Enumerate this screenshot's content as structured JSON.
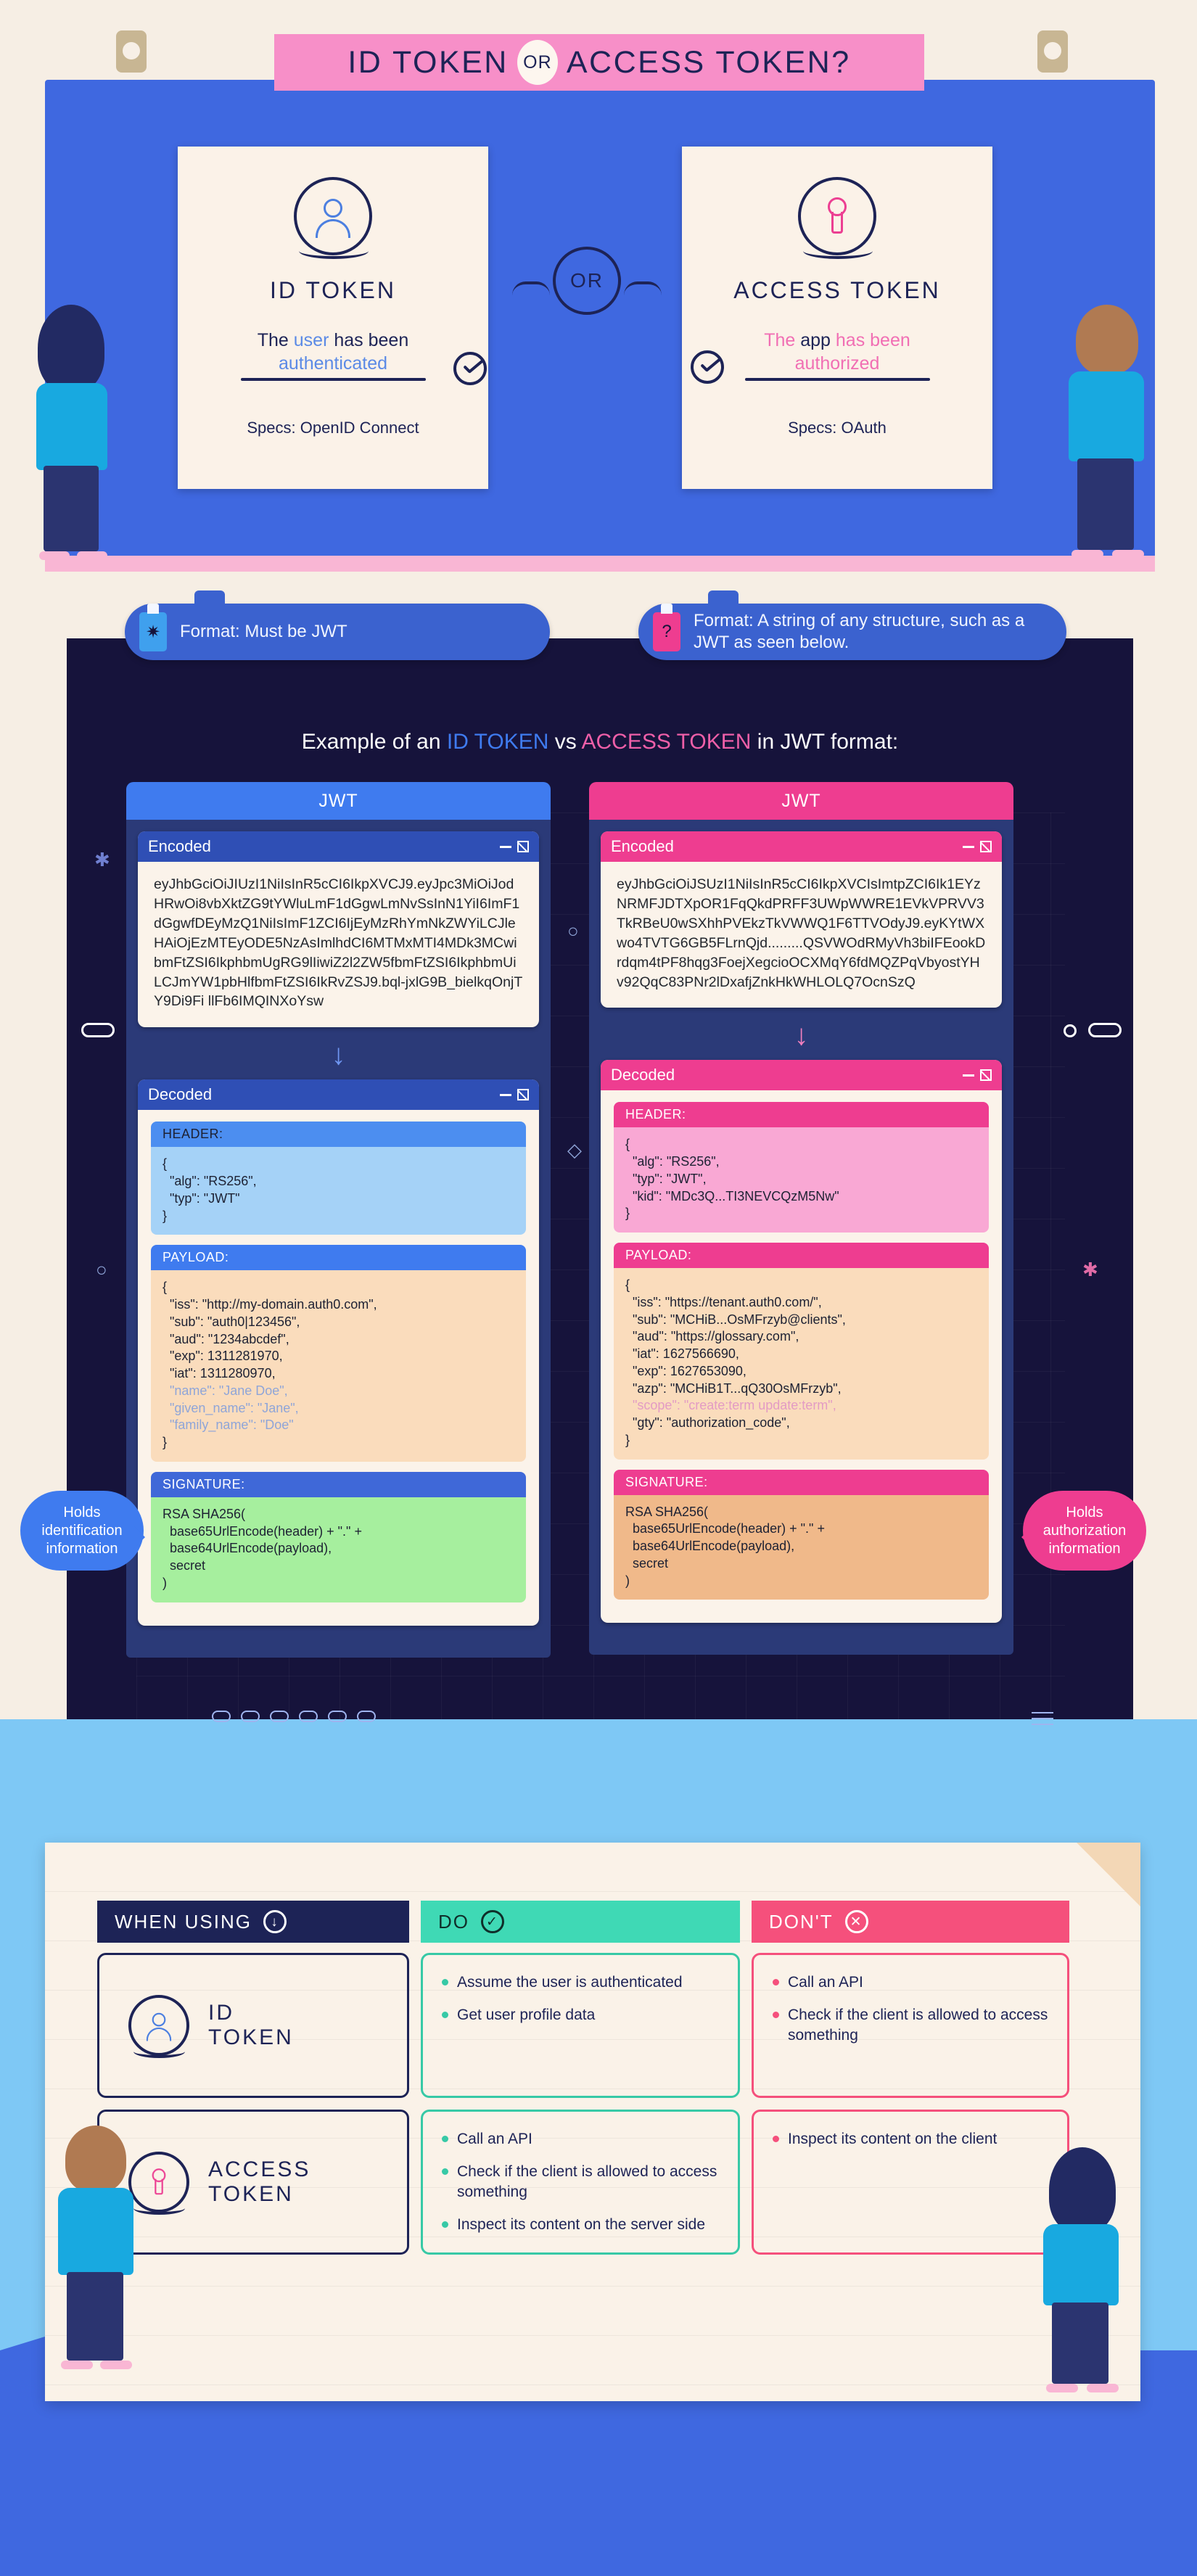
{
  "header": {
    "title_left": "ID TOKEN",
    "title_or": "OR",
    "title_right": "ACCESS TOKEN?"
  },
  "cards": {
    "or_label": "OR",
    "id_token": {
      "icon": "person-icon",
      "name": "ID TOKEN",
      "claim_part1": "The ",
      "claim_part2": "user",
      "claim_part3": " has been",
      "claim_part4": "authenticated",
      "specs": "Specs: OpenID Connect"
    },
    "access_token": {
      "icon": "keyhole-icon",
      "name": "ACCESS TOKEN",
      "claim_part1": "The ",
      "claim_part2": "app",
      "claim_part3": " has been",
      "claim_part4": "authorized",
      "specs": "Specs: OAuth"
    }
  },
  "format_bubbles": {
    "left": {
      "icon": "battery-blue-icon",
      "text": "Format: Must be JWT"
    },
    "right": {
      "icon": "question-pink-icon",
      "text": "Format: A string of any structure, such as a JWT as seen below."
    }
  },
  "jwt_section": {
    "heading_1": "Example of an ",
    "heading_id": "ID TOKEN",
    "heading_vs": " vs ",
    "heading_access": "ACCESS TOKEN",
    "heading_2": " in JWT format:",
    "left": {
      "tab": "JWT",
      "encoded_title": "Encoded",
      "encoded": "eyJhbGciOiJIUzI1NiIsInR5cCI6IkpXVCJ9.eyJpc3MiOiJodHRwOi8vbXktZG9tYWluLmF1dGgwLmNvSsInN1YiI6ImF1dGgwfDEyMzQ1NiIsImF1ZCI6IjEyMzRhYmNkZWYiLCJleHAiOjEzMTEyODE5NzAsImlhdCI6MTMxMTI4MDk3MCwibmFtZSI6IkphbmUgRG9lIiwiZ2l2ZW5fbmFtZSI6IkphbmUiLCJmYW1pbHlfbmFtZSI6IkRvZSJ9.bql-jxlG9B_bielkqOnjTY9Di9Fi llFb6IMQINXoYsw",
      "decoded_title": "Decoded",
      "header_label": "HEADER:",
      "header_body": "{\n  \"alg\": \"RS256\",\n  \"typ\": \"JWT\"\n}",
      "payload_label": "PAYLOAD:",
      "payload_body_main": "{\n  \"iss\": \"http://my-domain.auth0.com\",\n  \"sub\": \"auth0|123456\",\n  \"aud\": \"1234abcdef\",\n  \"exp\": 1311281970,\n  \"iat\": 1311280970,",
      "payload_body_muted": "\n  \"name\": \"Jane Doe\",\n  \"given_name\": \"Jane\",\n  \"family_name\": \"Doe\"",
      "payload_body_end": "\n}",
      "signature_label": "SIGNATURE:",
      "signature_body": "RSA SHA256(\n  base65UrlEncode(header) + \".\" +\n  base64UrlEncode(payload),\n  secret\n)"
    },
    "right": {
      "tab": "JWT",
      "encoded_title": "Encoded",
      "encoded": "eyJhbGciOiJSUzI1NiIsInR5cCI6IkpXVCIsImtpZCI6Ik1EYzNRMFJDTXpOR1FqQkdPRFF3UWpWWRE1EVkVPRVV3TkRBeU0wSXhhPVEkzTkVWWQ1F6TTVOdyJ9.eyKYtWXwo4TVTG6GB5FLrnQjd.........QSVWOdRMyVh3biIFEookDrdqm4tPF8hqg3FoejXegcioOCXMqY6fdMQZPqVbyostYHv92QqC83PNr2lDxafjZnkHkWHLOLQ7OcnSzQ",
      "decoded_title": "Decoded",
      "header_label": "HEADER:",
      "header_body": "{\n  \"alg\": \"RS256\",\n  \"typ\": \"JWT\",\n  \"kid\": \"MDc3Q...TI3NEVCQzM5Nw\"\n}",
      "payload_label": "PAYLOAD:",
      "payload_body_main": "{\n  \"iss\": \"https://tenant.auth0.com/\",\n  \"sub\": \"MCHiB...OsMFrzyb@clients\",\n  \"aud\": \"https://glossary.com\",\n  \"iat\": 1627566690,\n  \"exp\": 1627653090,\n  \"azp\": \"MCHiB1T...qQ30OsMFrzyb\",",
      "payload_body_muted": "\n  \"scope\": \"create:term update:term\",",
      "payload_body_end": "\n  \"gty\": \"authorization_code\",\n}",
      "signature_label": "SIGNATURE:",
      "signature_body": "RSA SHA256(\n  base65UrlEncode(header) + \".\" +\n  base64UrlEncode(payload),\n  secret\n)"
    },
    "side_note_left": "Holds identification information",
    "side_note_right": "Holds authorization information"
  },
  "table": {
    "headers": {
      "when_using": "WHEN USING",
      "when_using_icon": "arrow-down-circle-icon",
      "do": "DO",
      "do_icon": "check-circle-icon",
      "dont": "DON'T",
      "dont_icon": "x-circle-icon"
    },
    "rows": [
      {
        "token_icon": "person-icon",
        "token_name_line1": "ID",
        "token_name_line2": "TOKEN",
        "do": [
          "Assume the user is authenticated",
          "Get user profile data"
        ],
        "dont": [
          "Call an API",
          "Check if the client is allowed to access something"
        ]
      },
      {
        "token_icon": "keyhole-icon",
        "token_name_line1": "ACCESS",
        "token_name_line2": "TOKEN",
        "do": [
          "Call an API",
          "Check if the client is allowed to access something",
          "Inspect its content on the server side"
        ],
        "dont": [
          "Inspect its content on the client"
        ]
      }
    ]
  },
  "colors": {
    "blue": "#3f68e0",
    "pink": "#ee3d90",
    "navy": "#1d2356",
    "teal": "#3fd9b5",
    "rose": "#f5507c",
    "cream": "#faf2e8"
  }
}
